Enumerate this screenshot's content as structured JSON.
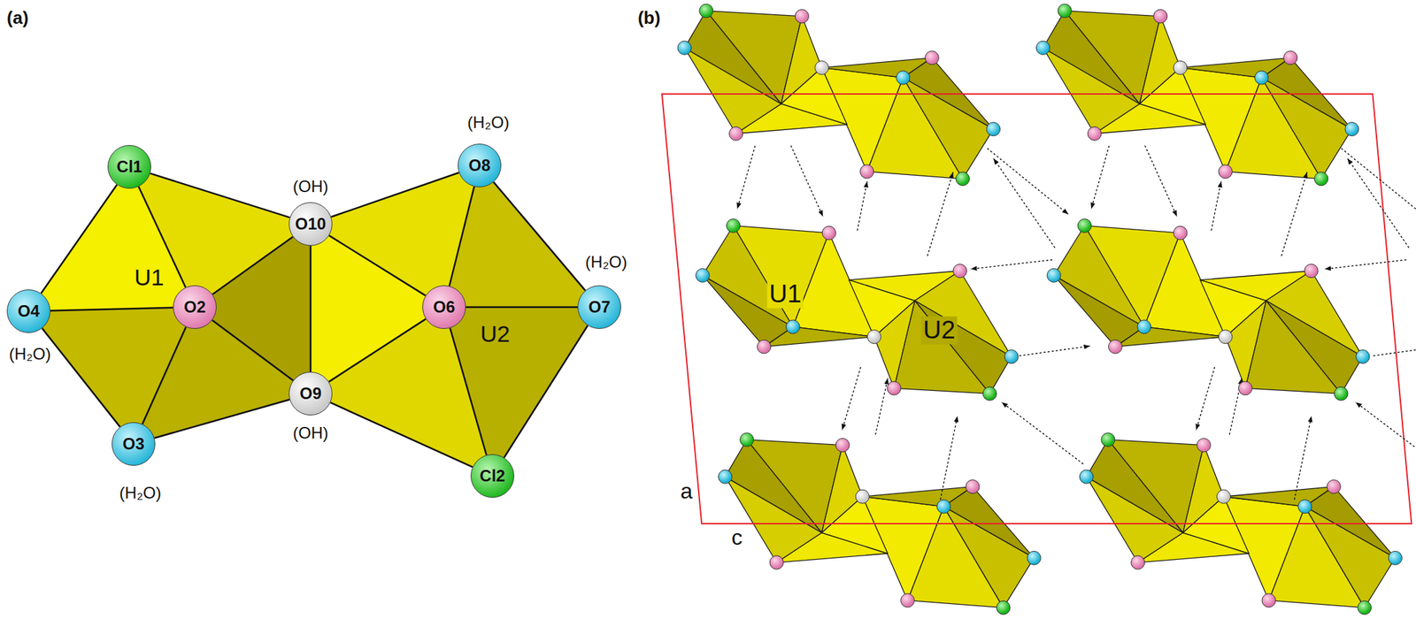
{
  "diagram": {
    "nodes": [
      {
        "text": [
          "Cl1"
        ]
      },
      {
        "text": [
          "O8"
        ]
      },
      {
        "text": [
          "O10"
        ]
      },
      {
        "text": [
          "O4"
        ]
      },
      {
        "text": [
          "O2"
        ]
      },
      {
        "text": [
          "O6"
        ]
      },
      {
        "text": [
          "O7"
        ]
      },
      {
        "text": [
          "O9"
        ]
      },
      {
        "text": [
          "O3"
        ]
      },
      {
        "text": [
          "Cl2"
        ]
      }
    ],
    "edges": [
      {
        "from": 0,
        "to": 3,
        "arrow": "none"
      },
      {
        "from": 3,
        "to": 8,
        "arrow": "none"
      },
      {
        "from": 8,
        "to": 7,
        "arrow": "none"
      },
      {
        "from": 2,
        "to": 7,
        "arrow": "none"
      },
      {
        "from": 0,
        "to": 2,
        "arrow": "none"
      },
      {
        "from": 4,
        "to": 0,
        "arrow": "none"
      },
      {
        "from": 4,
        "to": 3,
        "arrow": "none"
      },
      {
        "from": 4,
        "to": 8,
        "arrow": "none"
      },
      {
        "from": 4,
        "to": 7,
        "arrow": "none"
      },
      {
        "from": 4,
        "to": 2,
        "arrow": "none"
      },
      {
        "from": 2,
        "to": 1,
        "arrow": "none"
      },
      {
        "from": 1,
        "to": 6,
        "arrow": "none"
      },
      {
        "from": 6,
        "to": 9,
        "arrow": "none"
      },
      {
        "from": 7,
        "to": 9,
        "arrow": "none"
      },
      {
        "from": 5,
        "to": 2,
        "arrow": "none"
      },
      {
        "from": 5,
        "to": 1,
        "arrow": "none"
      },
      {
        "from": 5,
        "to": 6,
        "arrow": "none"
      },
      {
        "from": 5,
        "to": 9,
        "arrow": "none"
      },
      {
        "from": 5,
        "to": 7,
        "arrow": "none"
      }
    ],
    "labels": [
      "(a)",
      "U1",
      "U2",
      "(OH)",
      "(OH)",
      "(H₂O)",
      "(H₂O)",
      "(H₂O)",
      "(H₂O)",
      "(b)",
      "U1",
      "U2",
      "a",
      "c"
    ]
  }
}
